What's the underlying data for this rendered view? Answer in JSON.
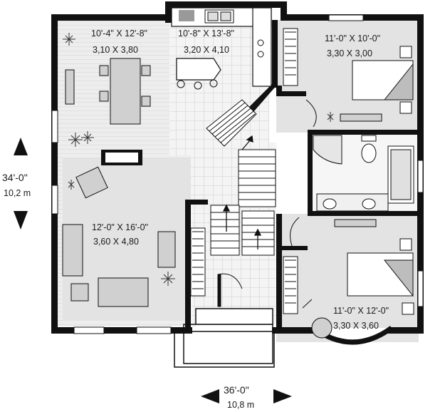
{
  "colors": {
    "wall": "#111111",
    "floor_light": "#f2f2f2",
    "floor_grey": "#dedede",
    "tile_line": "#c4c4c4",
    "furniture": "#d0d0d0",
    "furniture_dark": "#7a7a7a",
    "background": "#ffffff"
  },
  "rooms": {
    "dining": {
      "size_imperial": "10'-4\" X 12'-8\"",
      "size_metric": "3,10 X 3,80"
    },
    "kitchen": {
      "size_imperial": "10'-8\" X 13'-8\"",
      "size_metric": "3,20 X 4,10"
    },
    "bedroom_1": {
      "size_imperial": "11'-0\" X 10'-0\"",
      "size_metric": "3,30 X 3,00"
    },
    "living": {
      "size_imperial": "12'-0\" X 16'-0\"",
      "size_metric": "3,60 X 4,80"
    },
    "bedroom_2": {
      "size_imperial": "11'-0\" X 12'-0\"",
      "size_metric": "3,30 X 3,60"
    }
  },
  "overall": {
    "depth_imperial": "34'-0\"",
    "depth_metric": "10,2 m",
    "width_imperial": "36'-0\"",
    "width_metric": "10,8 m"
  },
  "icons": {
    "dimension_arrow": "triangle-arrow",
    "stair_direction": "up-arrow",
    "plant": "plant-symbol"
  }
}
